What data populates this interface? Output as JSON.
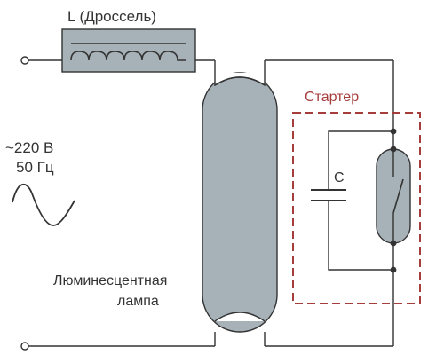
{
  "labels": {
    "inductor": "L (Дроссель)",
    "voltage": "~220 В",
    "frequency": "50 Гц",
    "starter": "Стартер",
    "capacitor": "C",
    "lamp_line1": "Люминесцентная",
    "lamp_line2": "лампа"
  },
  "colors": {
    "wire": "#333333",
    "lamp_fill": "#a7b2b8",
    "starter_border": "#a63d3d",
    "starter_bulb": "#a7b2b8",
    "inductor_body": "#a7b2b8"
  },
  "icons": {
    "source": "sine-wave-icon",
    "inductor": "coil-icon"
  }
}
